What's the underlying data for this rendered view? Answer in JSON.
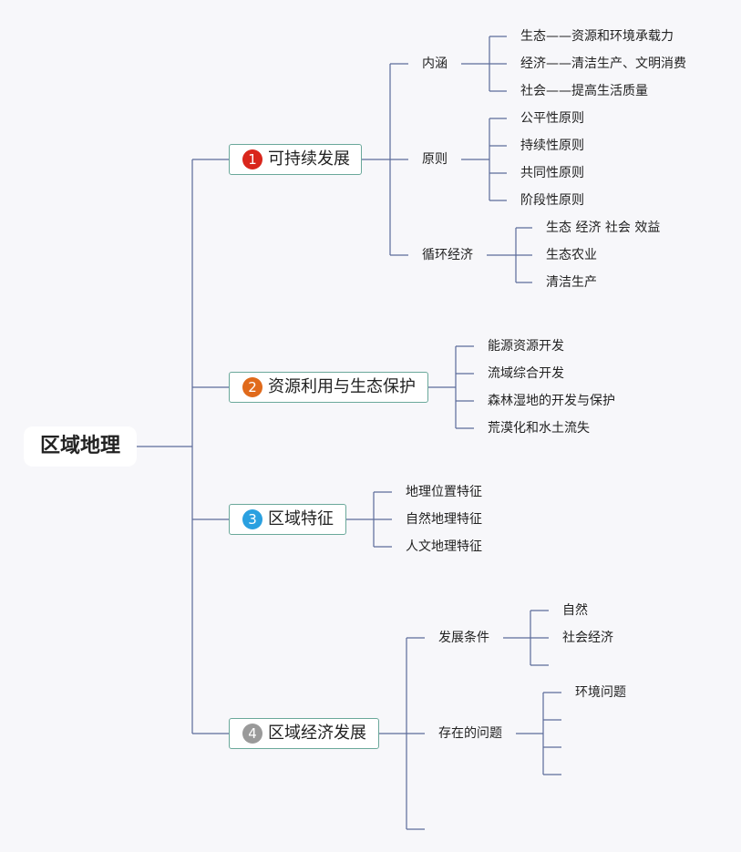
{
  "root": {
    "label": "区域地理"
  },
  "branches": [
    {
      "number": "1",
      "label": "可持续发展",
      "color": "#d9261c",
      "children": {
        "neihan": {
          "label": "内涵",
          "items": [
            "生态——资源和环境承载力",
            "经济——清洁生产、文明消费",
            "社会——提高生活质量"
          ]
        },
        "yuanze": {
          "label": "原则",
          "items": [
            "公平性原则",
            "持续性原则",
            "共同性原则",
            "阶段性原则"
          ]
        },
        "xunhuan": {
          "label": "循环经济",
          "items": [
            "生态 经济 社会 效益",
            "生态农业",
            "清洁生产"
          ]
        }
      }
    },
    {
      "number": "2",
      "label": "资源利用与生态保护",
      "color": "#e06a1b",
      "items": [
        "能源资源开发",
        "流域综合开发",
        "森林湿地的开发与保护",
        "荒漠化和水土流失"
      ]
    },
    {
      "number": "3",
      "label": "区域特征",
      "color": "#2aa0e0",
      "items": [
        "地理位置特征",
        "自然地理特征",
        "人文地理特征"
      ]
    },
    {
      "number": "4",
      "label": "区域经济发展",
      "color": "#9a9a9a",
      "children": {
        "tiaojian": {
          "label": "发展条件",
          "items": [
            "自然",
            "社会经济"
          ]
        },
        "wenti": {
          "label": "存在的问题",
          "items": [
            "环境问题"
          ]
        }
      }
    }
  ]
}
